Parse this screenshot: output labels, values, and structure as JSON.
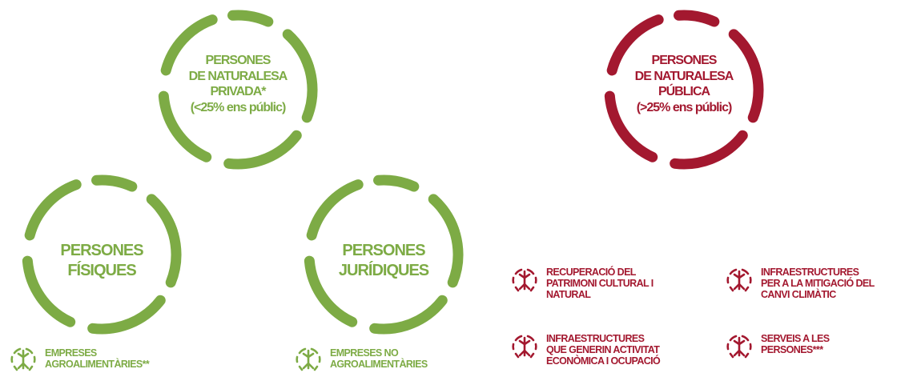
{
  "colors": {
    "green": "#7dab45",
    "red": "#a3182f"
  },
  "private_entity": {
    "line1": "PERSONES",
    "line2": "DE NATURALESA",
    "line3": "PRIVADA*",
    "line4": "(<25% ens públic)"
  },
  "public_entity": {
    "line1": "PERSONES",
    "line2": "DE NATURALESA",
    "line3": "PÚBLICA",
    "line4": "(>25% ens públic)"
  },
  "natural_persons": {
    "line1": "PERSONES",
    "line2": "FÍSIQUES"
  },
  "legal_persons": {
    "line1": "PERSONES",
    "line2": "JURÍDIQUES"
  },
  "green_items": [
    {
      "icon": "tree-roots-icon",
      "line1": "EMPRESES",
      "line2": "AGROALIMENTÀRIES**"
    },
    {
      "icon": "tree-roots-icon",
      "line1": "EMPRESES NO",
      "line2": "AGROALIMENTÀRIES"
    }
  ],
  "red_items": [
    {
      "icon": "tree-roots-icon",
      "line1": "RECUPERACIÓ DEL",
      "line2": "PATRIMONI CULTURAL I",
      "line3": "NATURAL"
    },
    {
      "icon": "tree-roots-icon",
      "line1": "INFRAESTRUCTURES",
      "line2": "PER A LA MITIGACIÓ DEL",
      "line3": "CANVI CLIMÀTIC"
    },
    {
      "icon": "tree-roots-icon",
      "line1": "INFRAESTRUCTURES",
      "line2": "QUE GENERIN ACTIVITAT",
      "line3": "ECONÒMICA I OCUPACIÓ"
    },
    {
      "icon": "tree-roots-icon",
      "line1": "SERVEIS A LES",
      "line2": "PERSONES***"
    }
  ]
}
